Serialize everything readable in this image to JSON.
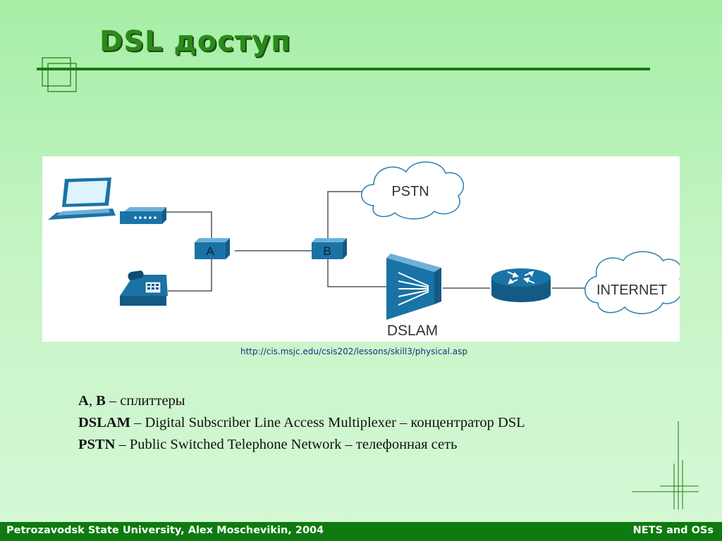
{
  "slide": {
    "title": "DSL доступ",
    "source_url": "http://cis.msjc.edu/csis202/lessons/skill3/physical.asp"
  },
  "diagram": {
    "splitter_a": "A",
    "splitter_b": "B",
    "pstn": "PSTN",
    "dslam": "DSLAM",
    "internet": "INTERNET",
    "icons": [
      "laptop-icon",
      "dsl-modem-icon",
      "telephone-icon",
      "dslam-icon",
      "router-icon",
      "pstn-cloud-icon",
      "internet-cloud-icon"
    ],
    "accent_color": "#1a73a6"
  },
  "legend": [
    {
      "term": "A",
      "sep": ", ",
      "term2": "B",
      "desc": " – сплиттеры"
    },
    {
      "term": "DSLAM",
      "desc": " – Digital Subscriber Line Access Multiplexer – концентратор DSL"
    },
    {
      "term": "PSTN",
      "desc": " – Public Switched Telephone Network – телефонная сеть"
    }
  ],
  "footer": {
    "left": "Petrozavodsk State University, Alex Moschevikin, 2004",
    "right": "NETS and OSs"
  },
  "colors": {
    "title": "#2a8a1a",
    "rule": "#1d7a12",
    "footer_bg": "#0e7a10",
    "device_blue": "#1a73a6"
  }
}
